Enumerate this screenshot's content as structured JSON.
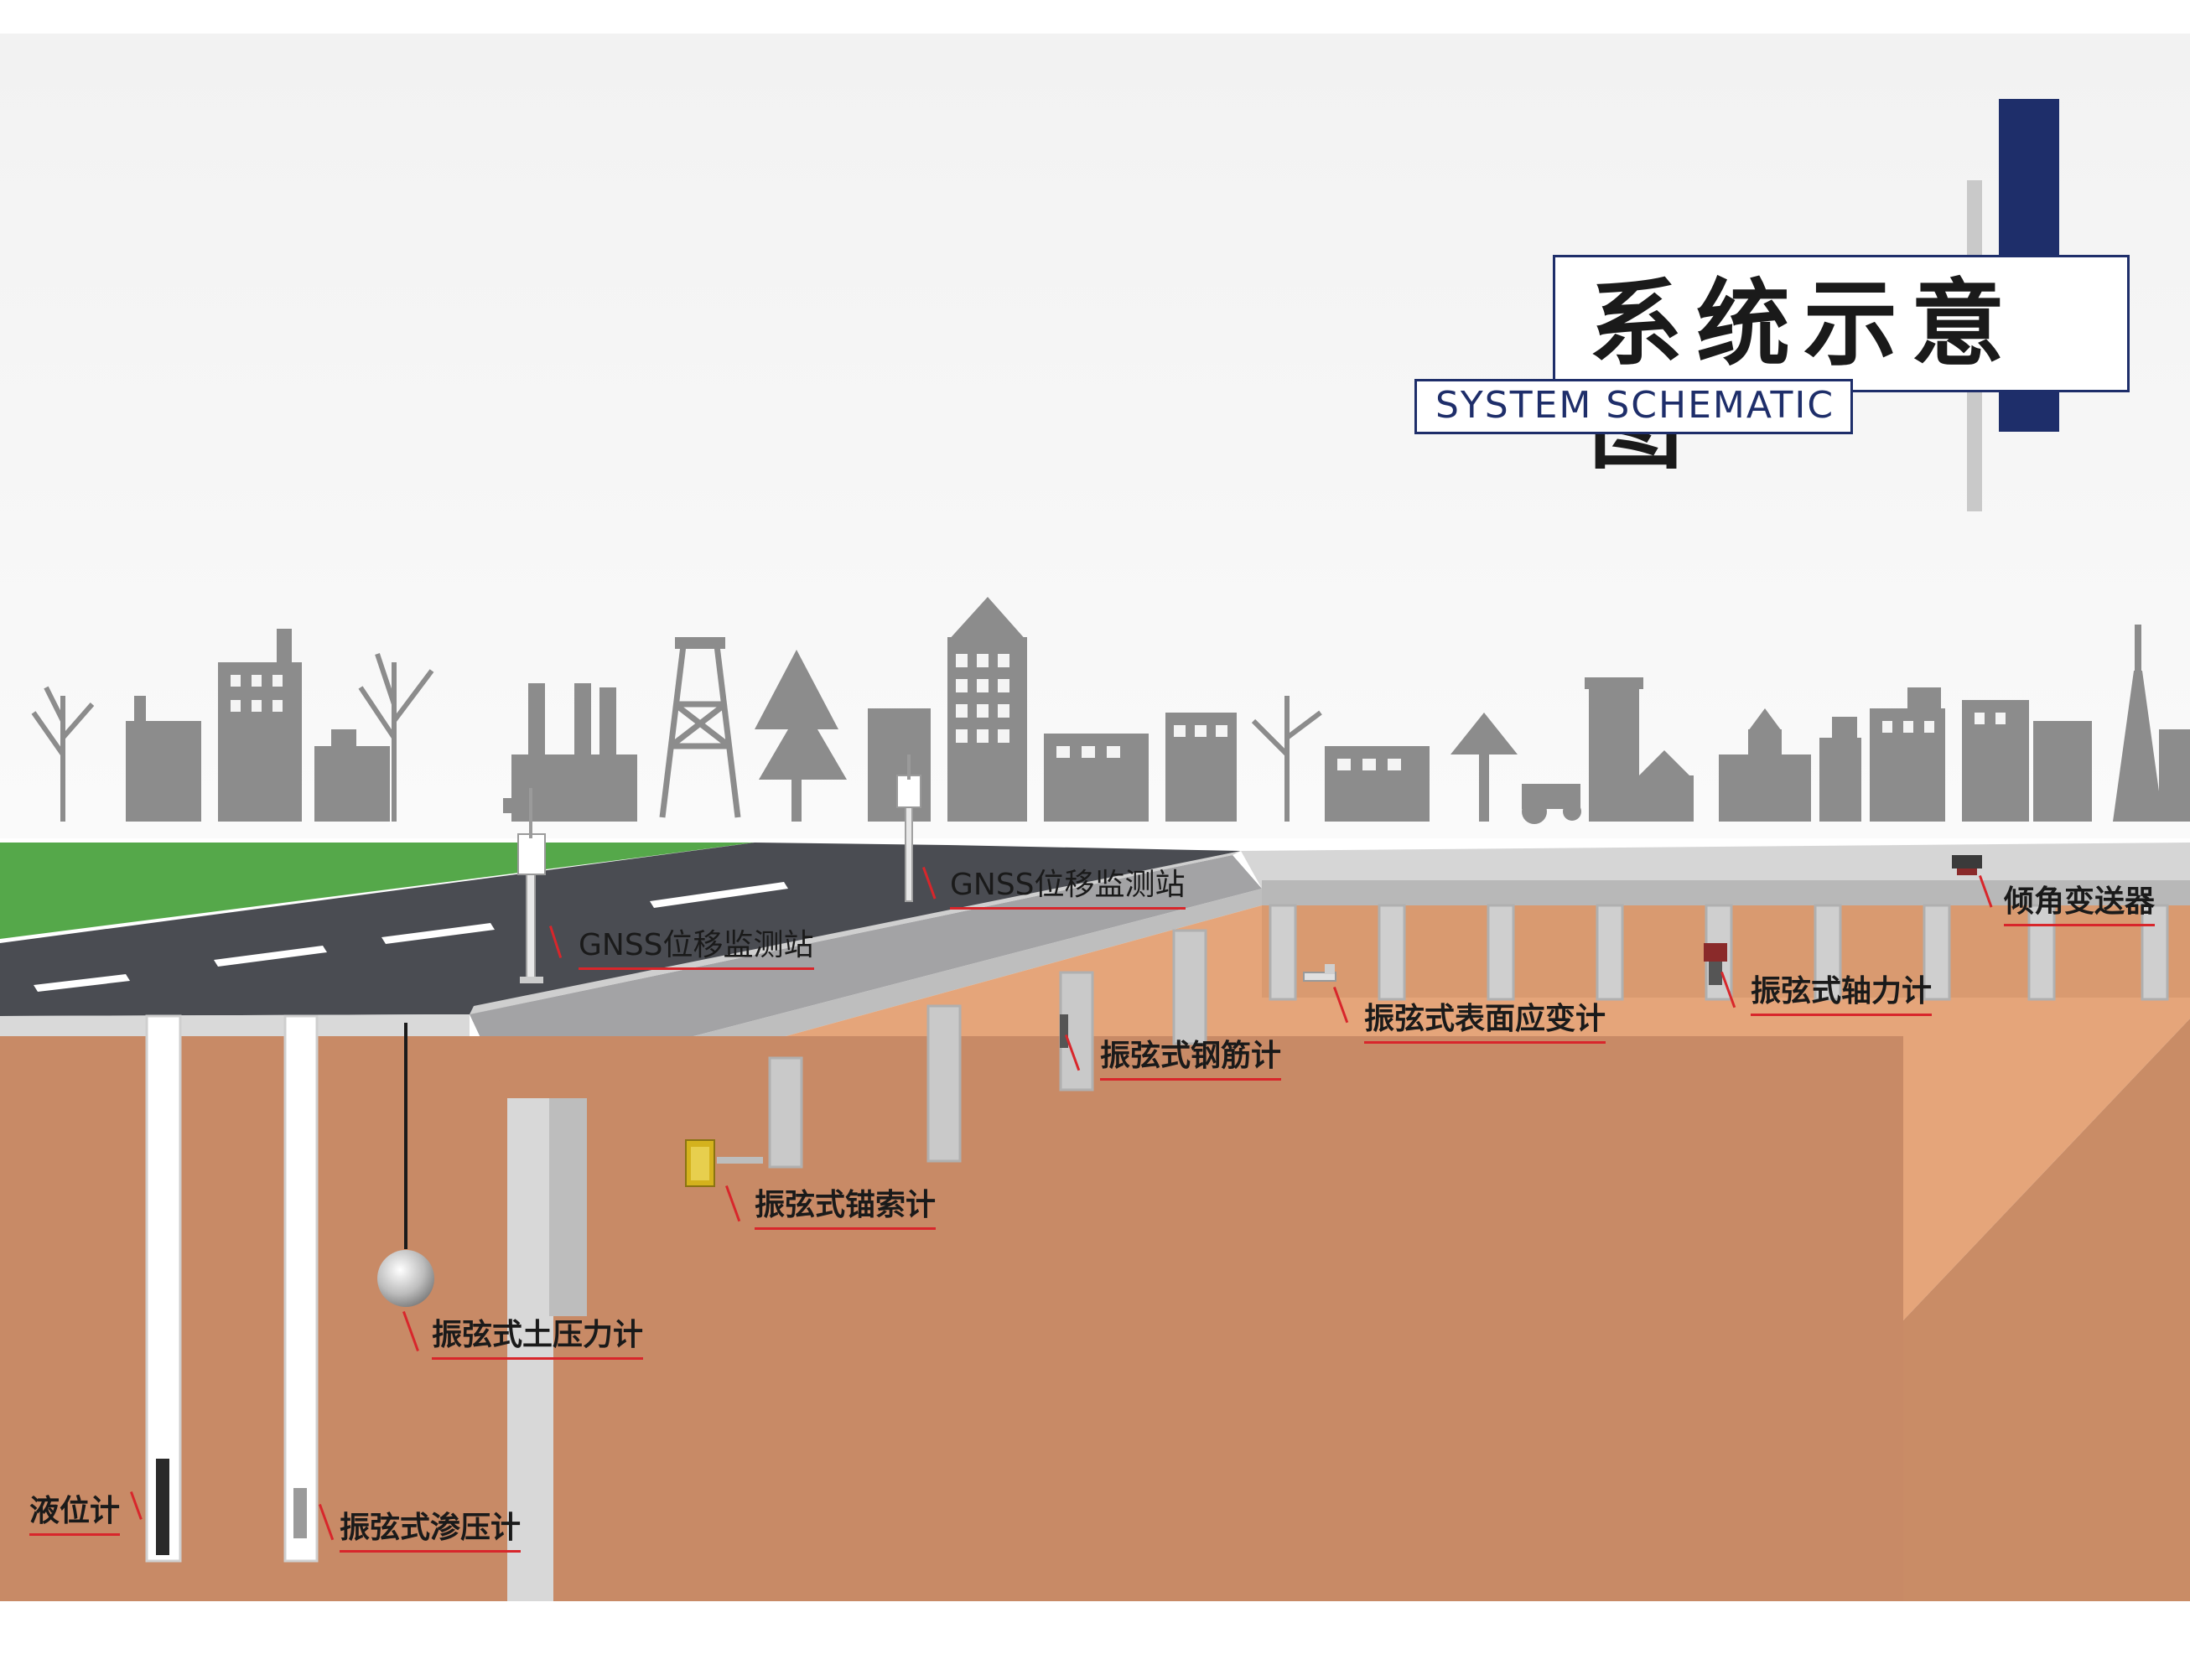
{
  "title": {
    "main": "系统示意图",
    "sub": "SYSTEM SCHEMATIC"
  },
  "colors": {
    "title_blue": "#1e2e6a",
    "skyline_gray": "#8c8c8c",
    "grass_green": "#55a84a",
    "road_dark": "#4a4c52",
    "soil_front": "#c88a66",
    "soil_top": "#e5a57a",
    "callout_red": "#d8262b"
  },
  "callouts": {
    "gnss_1": "GNSS位移监测站",
    "gnss_2": "GNSS位移监测站",
    "tilt_transmitter": "倾角变送器",
    "surface_strain_gauge": "振弦式表面应变计",
    "axial_force_gauge": "振弦式轴力计",
    "rebar_meter": "振弦式钢筋计",
    "anchor_cable_meter": "振弦式锚索计",
    "earth_pressure_cell": "振弦式土压力计",
    "water_level_gauge": "液位计",
    "piezometer": "振弦式渗压计"
  }
}
